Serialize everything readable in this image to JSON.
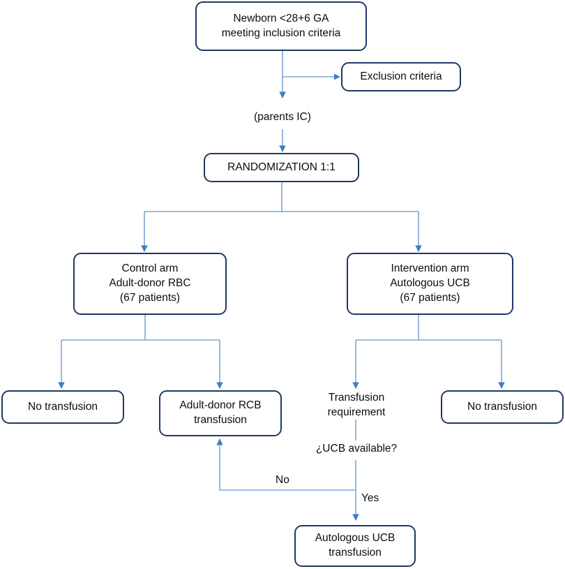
{
  "diagram": {
    "title": "Randomized controlled trial flow diagram",
    "colors": {
      "node_border": "#1F3864",
      "connector": "#5B9BD5",
      "background": "#FFFFFF",
      "text": "#0D0D0D"
    },
    "nodes": [
      {
        "id": "newborn",
        "text": "Newborn <28+6 GA\nmeeting inclusion criteria"
      },
      {
        "id": "exclusion",
        "text": "Exclusion criteria"
      },
      {
        "id": "randomization",
        "text": "RANDOMIZATION 1:1"
      },
      {
        "id": "control",
        "text": "Control arm\nAdult-donor RBC\n(67 patients)"
      },
      {
        "id": "intervention",
        "text": "Intervention arm\nAutologous UCB\n(67 patients)"
      },
      {
        "id": "no_transfusion_left",
        "text": "No transfusion"
      },
      {
        "id": "rcb_transfusion",
        "text": "Adult-donor RCB\ntransfusion"
      },
      {
        "id": "no_transfusion_right",
        "text": "No transfusion"
      },
      {
        "id": "ucb_transfusion",
        "text": "Autologous UCB\ntransfusion"
      }
    ],
    "free_text": [
      {
        "id": "parents_ic",
        "text": "(parents IC)"
      },
      {
        "id": "transfusion_req",
        "text": "Transfusion\nrequirement"
      },
      {
        "id": "ucb_available",
        "text": "¿UCB available?"
      }
    ],
    "edge_labels": [
      {
        "id": "no",
        "text": "No"
      },
      {
        "id": "yes",
        "text": "Yes"
      }
    ]
  }
}
